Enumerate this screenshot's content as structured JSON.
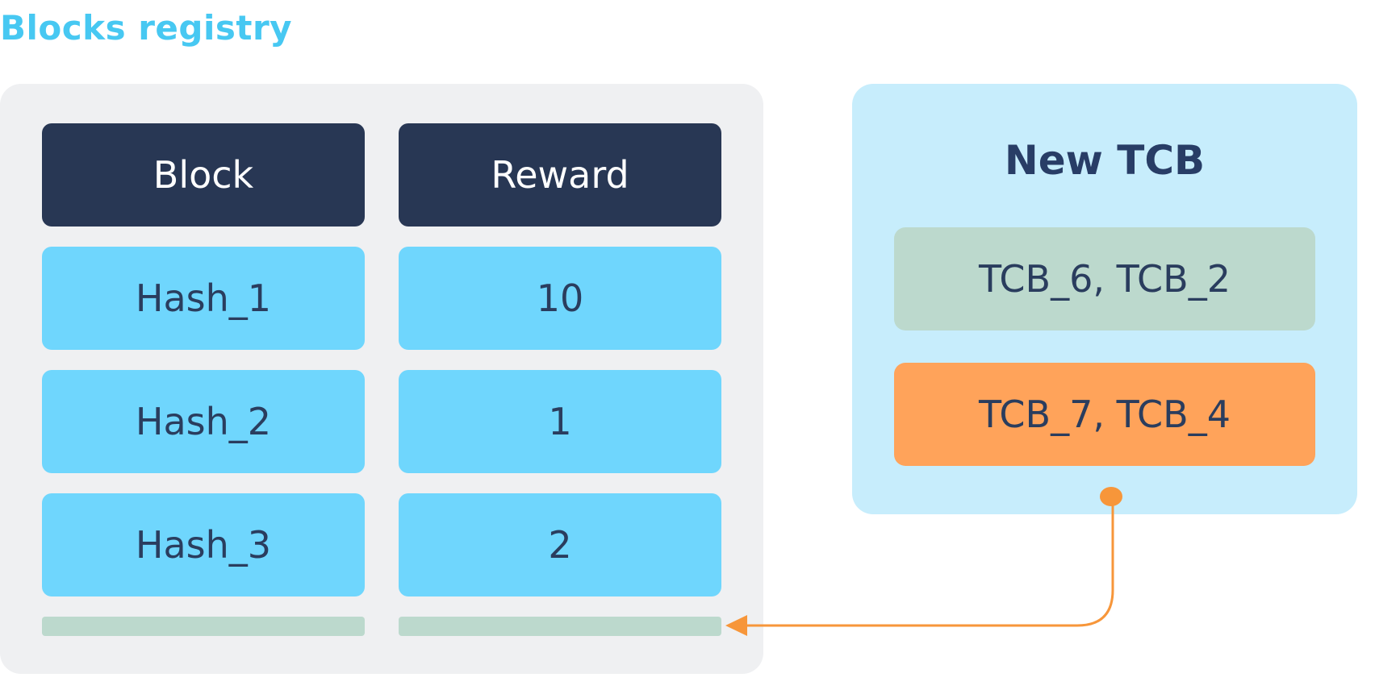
{
  "title": "Blocks registry",
  "registry": {
    "headers": [
      "Block",
      "Reward"
    ],
    "rows": [
      {
        "block": "Hash_1",
        "reward": "10"
      },
      {
        "block": "Hash_2",
        "reward": "1"
      },
      {
        "block": "Hash_3",
        "reward": "2"
      }
    ]
  },
  "new_tcb": {
    "title": "New TCB",
    "items": [
      {
        "label": "TCB_6, TCB_2",
        "color": "#bcd9cd"
      },
      {
        "label": "TCB_7, TCB_4",
        "color": "#ffa35a"
      }
    ]
  },
  "colors": {
    "title": "#47c8f2",
    "header": "#283754",
    "data_cell": "#6fd6fd",
    "empty_row": "#bcd9cd",
    "panel_left": "#eff0f2",
    "panel_right": "#c7edfc",
    "connector": "#f7963a"
  }
}
